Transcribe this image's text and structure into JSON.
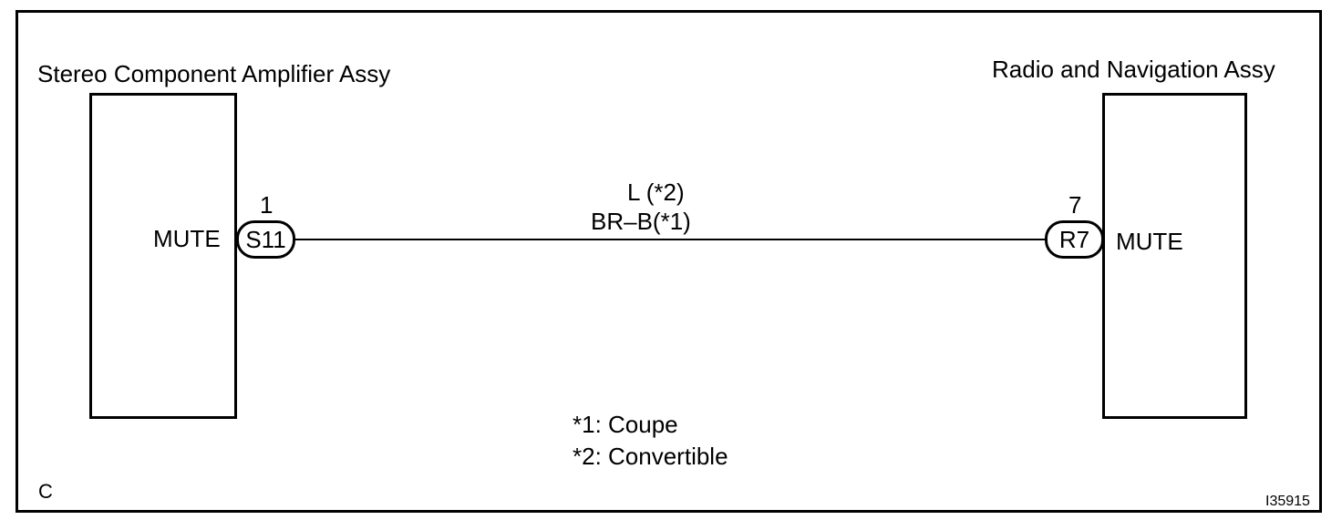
{
  "left_component": {
    "title": "Stereo Component Amplifier Assy",
    "terminal_name": "MUTE",
    "pin_number": "1",
    "connector": "S11"
  },
  "right_component": {
    "title": "Radio and Navigation Assy",
    "terminal_name": "MUTE",
    "pin_number": "7",
    "connector": "R7"
  },
  "wire": {
    "color_line1": "L (*2)",
    "color_line2": "BR–B(*1)"
  },
  "notes": [
    "*1: Coupe",
    "*2: Convertible"
  ],
  "corner_letter": "C",
  "figure_id": "I35915"
}
